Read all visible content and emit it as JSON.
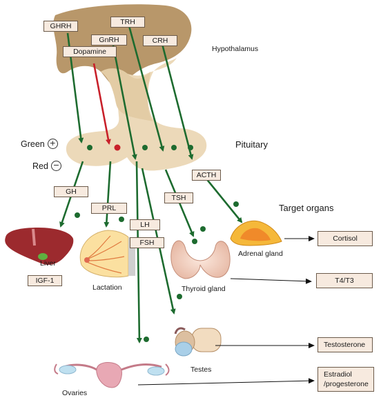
{
  "hormones": {
    "ghrh": "GHRH",
    "trh": "TRH",
    "gnrh": "GnRH",
    "crh": "CRH",
    "dopamine": "Dopamine",
    "acth": "ACTH",
    "gh": "GH",
    "prl": "PRL",
    "tsh": "TSH",
    "lh": "LH",
    "fsh": "FSH",
    "igf1": "IGF-1"
  },
  "regions": {
    "hypothalamus": "Hypothalamus",
    "pituitary": "Pituitary",
    "target_organs": "Target organs"
  },
  "legend": {
    "green": "Green",
    "green_symbol": "+",
    "red": "Red",
    "red_symbol": "−"
  },
  "organs": {
    "liver": "Liver",
    "lactation": "Lactation",
    "thyroid": "Thyroid gland",
    "adrenal": "Adrenal gland",
    "testes": "Testes",
    "ovaries": "Ovaries"
  },
  "outputs": {
    "cortisol": "Cortisol",
    "t4t3": "T4/T3",
    "testosterone": "Testosterone",
    "estradiol": "Estradiol /progesterone"
  },
  "colors": {
    "stimulation": "#1d6b2f",
    "inhibition": "#c8202a",
    "gland": "#ecd9b9",
    "hypothalamus": "#b8976a"
  }
}
